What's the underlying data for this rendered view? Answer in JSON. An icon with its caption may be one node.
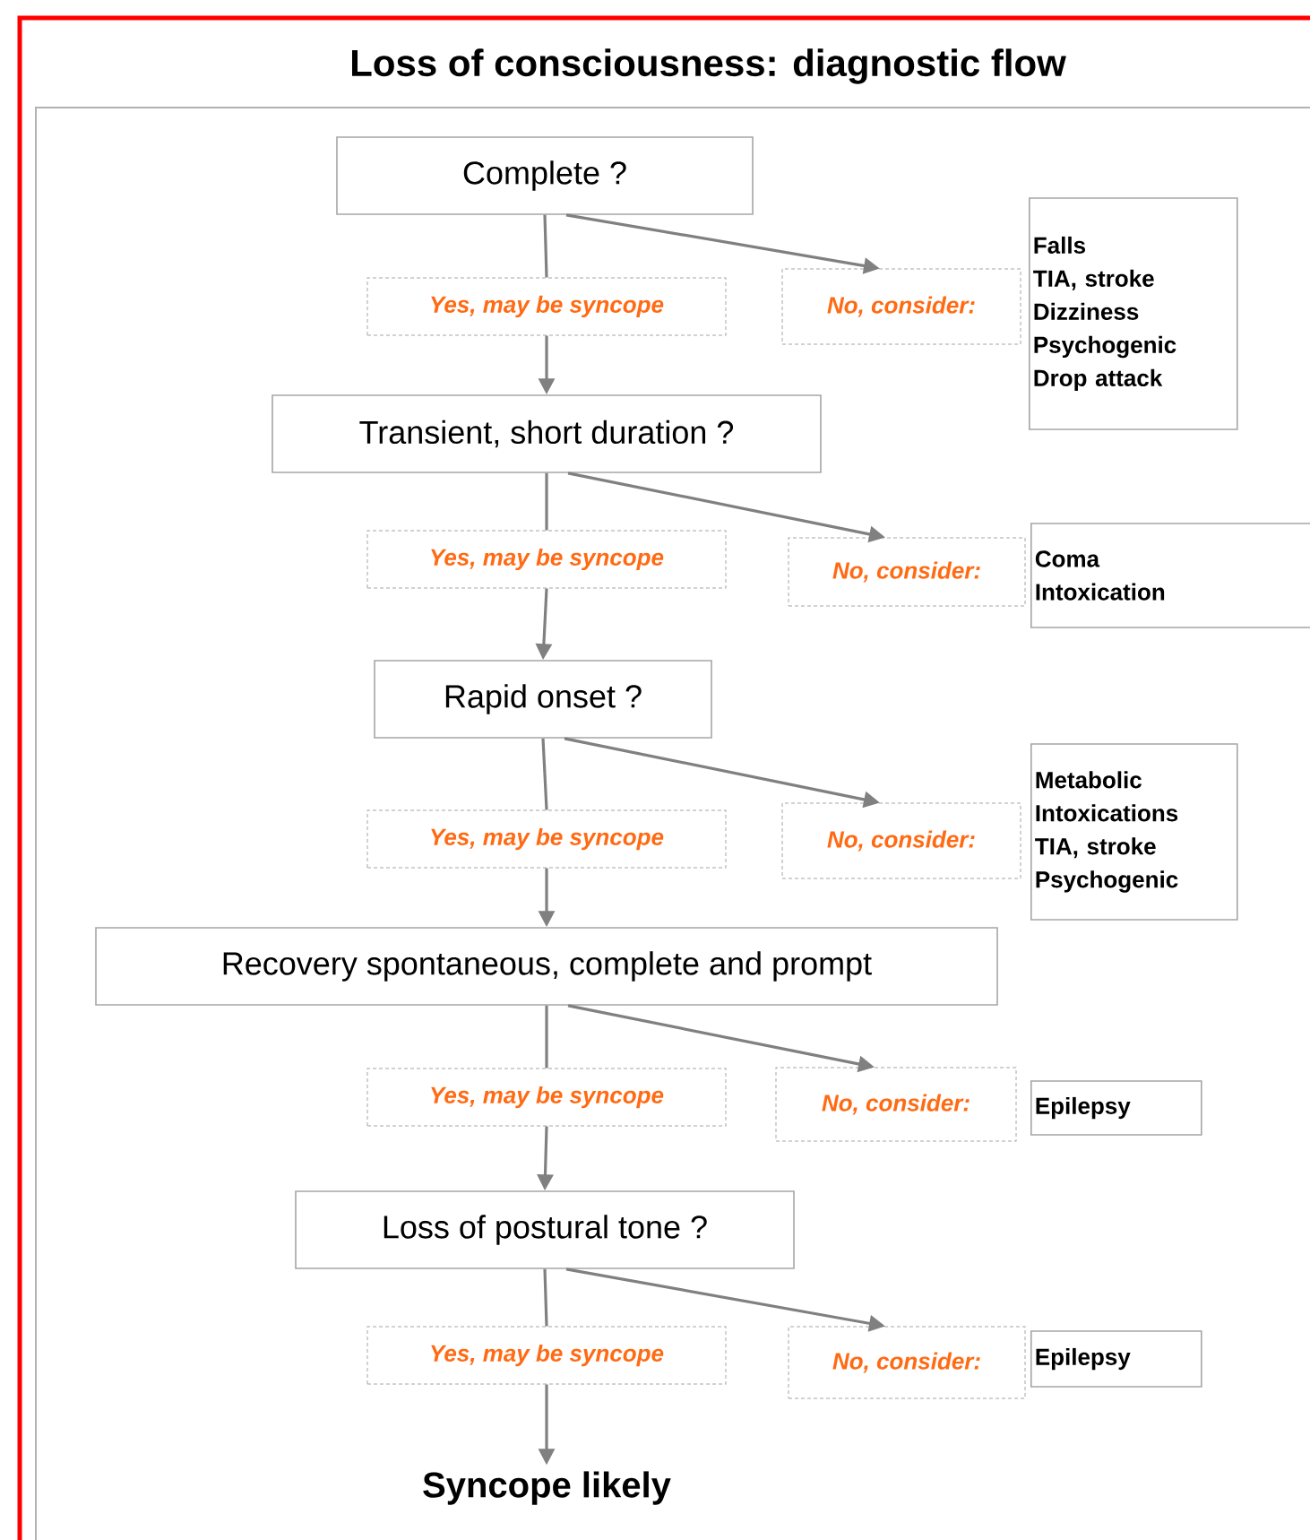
{
  "diagram": {
    "title": "Loss of consciousness: diagnostic flow",
    "nodes": [
      {
        "text": [
          "Complete ?"
        ]
      },
      {
        "text": [
          "Yes, may be syncope"
        ]
      },
      {
        "text": [
          "No, consider:"
        ]
      },
      {
        "text": [
          "Falls",
          "TIA, stroke",
          "Dizziness",
          "Psychogenic",
          "Drop attack"
        ]
      },
      {
        "text": [
          "Transient, short duration ?"
        ]
      },
      {
        "text": [
          "Yes, may be syncope"
        ]
      },
      {
        "text": [
          "No, consider:"
        ]
      },
      {
        "text": [
          "Coma",
          "Intoxication"
        ]
      },
      {
        "text": [
          "Rapid onset ?"
        ]
      },
      {
        "text": [
          "Yes, may be syncope"
        ]
      },
      {
        "text": [
          "No, consider:"
        ]
      },
      {
        "text": [
          "Metabolic",
          "Intoxications",
          "TIA, stroke",
          "Psychogenic"
        ]
      },
      {
        "text": [
          "Recovery spontaneous, complete and prompt"
        ]
      },
      {
        "text": [
          "Yes, may be syncope"
        ]
      },
      {
        "text": [
          "No, consider:"
        ]
      },
      {
        "text": [
          "Epilepsy"
        ]
      },
      {
        "text": [
          "Loss of postural tone ?"
        ]
      },
      {
        "text": [
          "Yes, may be syncope"
        ]
      },
      {
        "text": [
          "No, consider:"
        ]
      },
      {
        "text": [
          "Epilepsy"
        ]
      },
      {
        "text": [
          "Syncope likely"
        ]
      }
    ],
    "edges": [
      {
        "from": 0,
        "to": 1,
        "arrow": "none"
      },
      {
        "from": 1,
        "to": 4,
        "arrow": "to"
      },
      {
        "from": 0,
        "to": 2,
        "arrow": "to"
      },
      {
        "from": 4,
        "to": 5,
        "arrow": "none"
      },
      {
        "from": 5,
        "to": 8,
        "arrow": "to"
      },
      {
        "from": 4,
        "to": 6,
        "arrow": "to"
      },
      {
        "from": 8,
        "to": 9,
        "arrow": "none"
      },
      {
        "from": 9,
        "to": 12,
        "arrow": "to"
      },
      {
        "from": 8,
        "to": 10,
        "arrow": "to"
      },
      {
        "from": 12,
        "to": 13,
        "arrow": "none"
      },
      {
        "from": 13,
        "to": 16,
        "arrow": "to"
      },
      {
        "from": 12,
        "to": 14,
        "arrow": "to"
      },
      {
        "from": 16,
        "to": 17,
        "arrow": "none"
      },
      {
        "from": 17,
        "to": 20,
        "arrow": "to"
      },
      {
        "from": 16,
        "to": 18,
        "arrow": "to"
      }
    ]
  }
}
